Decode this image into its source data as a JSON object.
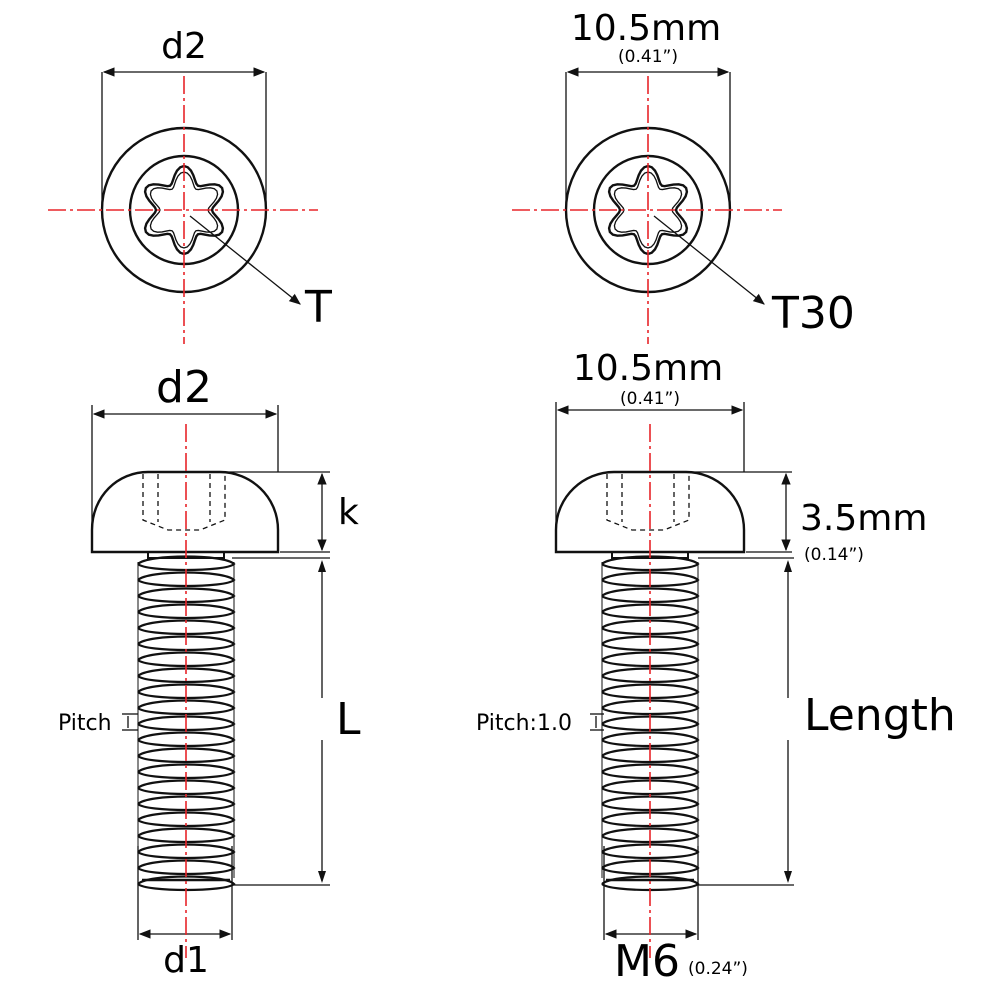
{
  "left_top": {
    "diameter_label": "d2",
    "drive_label": "T"
  },
  "right_top": {
    "diameter_value": "10.5mm",
    "diameter_inch": "(0.41”)",
    "drive_value": "T30"
  },
  "left_side": {
    "diameter_label": "d2",
    "head_height_label": "k",
    "length_label": "L",
    "pitch_label": "Pitch",
    "thread_diameter_label": "d1"
  },
  "right_side": {
    "diameter_value": "10.5mm",
    "diameter_inch": "(0.41”)",
    "head_height_value": "3.5mm",
    "head_height_inch": "(0.14”)",
    "length_label": "Length",
    "pitch_value": "Pitch:1.0",
    "thread_value": "M6",
    "thread_inch": "(0.24”)"
  },
  "colors": {
    "line": "#111111",
    "centerline": "#e8252a",
    "background": "#ffffff"
  },
  "icons": {
    "drive": "torx-star-icon"
  }
}
